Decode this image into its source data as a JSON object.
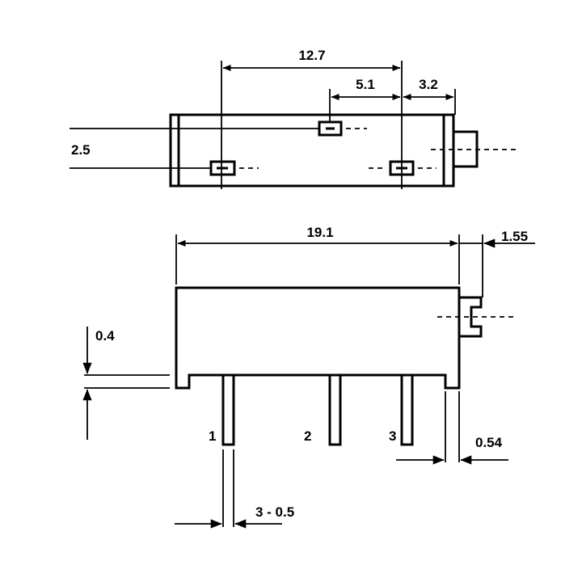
{
  "top_view": {
    "dim_pin_span": "12.7",
    "dim_pin_offset": "5.1",
    "dim_end_offset": "3.2",
    "dim_height": "2.5"
  },
  "side_view": {
    "dim_body_length": "19.1",
    "dim_screw_width": "1.55",
    "dim_standoff": "0.4",
    "dim_pin_width": "0.54",
    "dim_pin_length": "3 - 0.5",
    "pin_1_label": "1",
    "pin_2_label": "2",
    "pin_3_label": "3"
  }
}
